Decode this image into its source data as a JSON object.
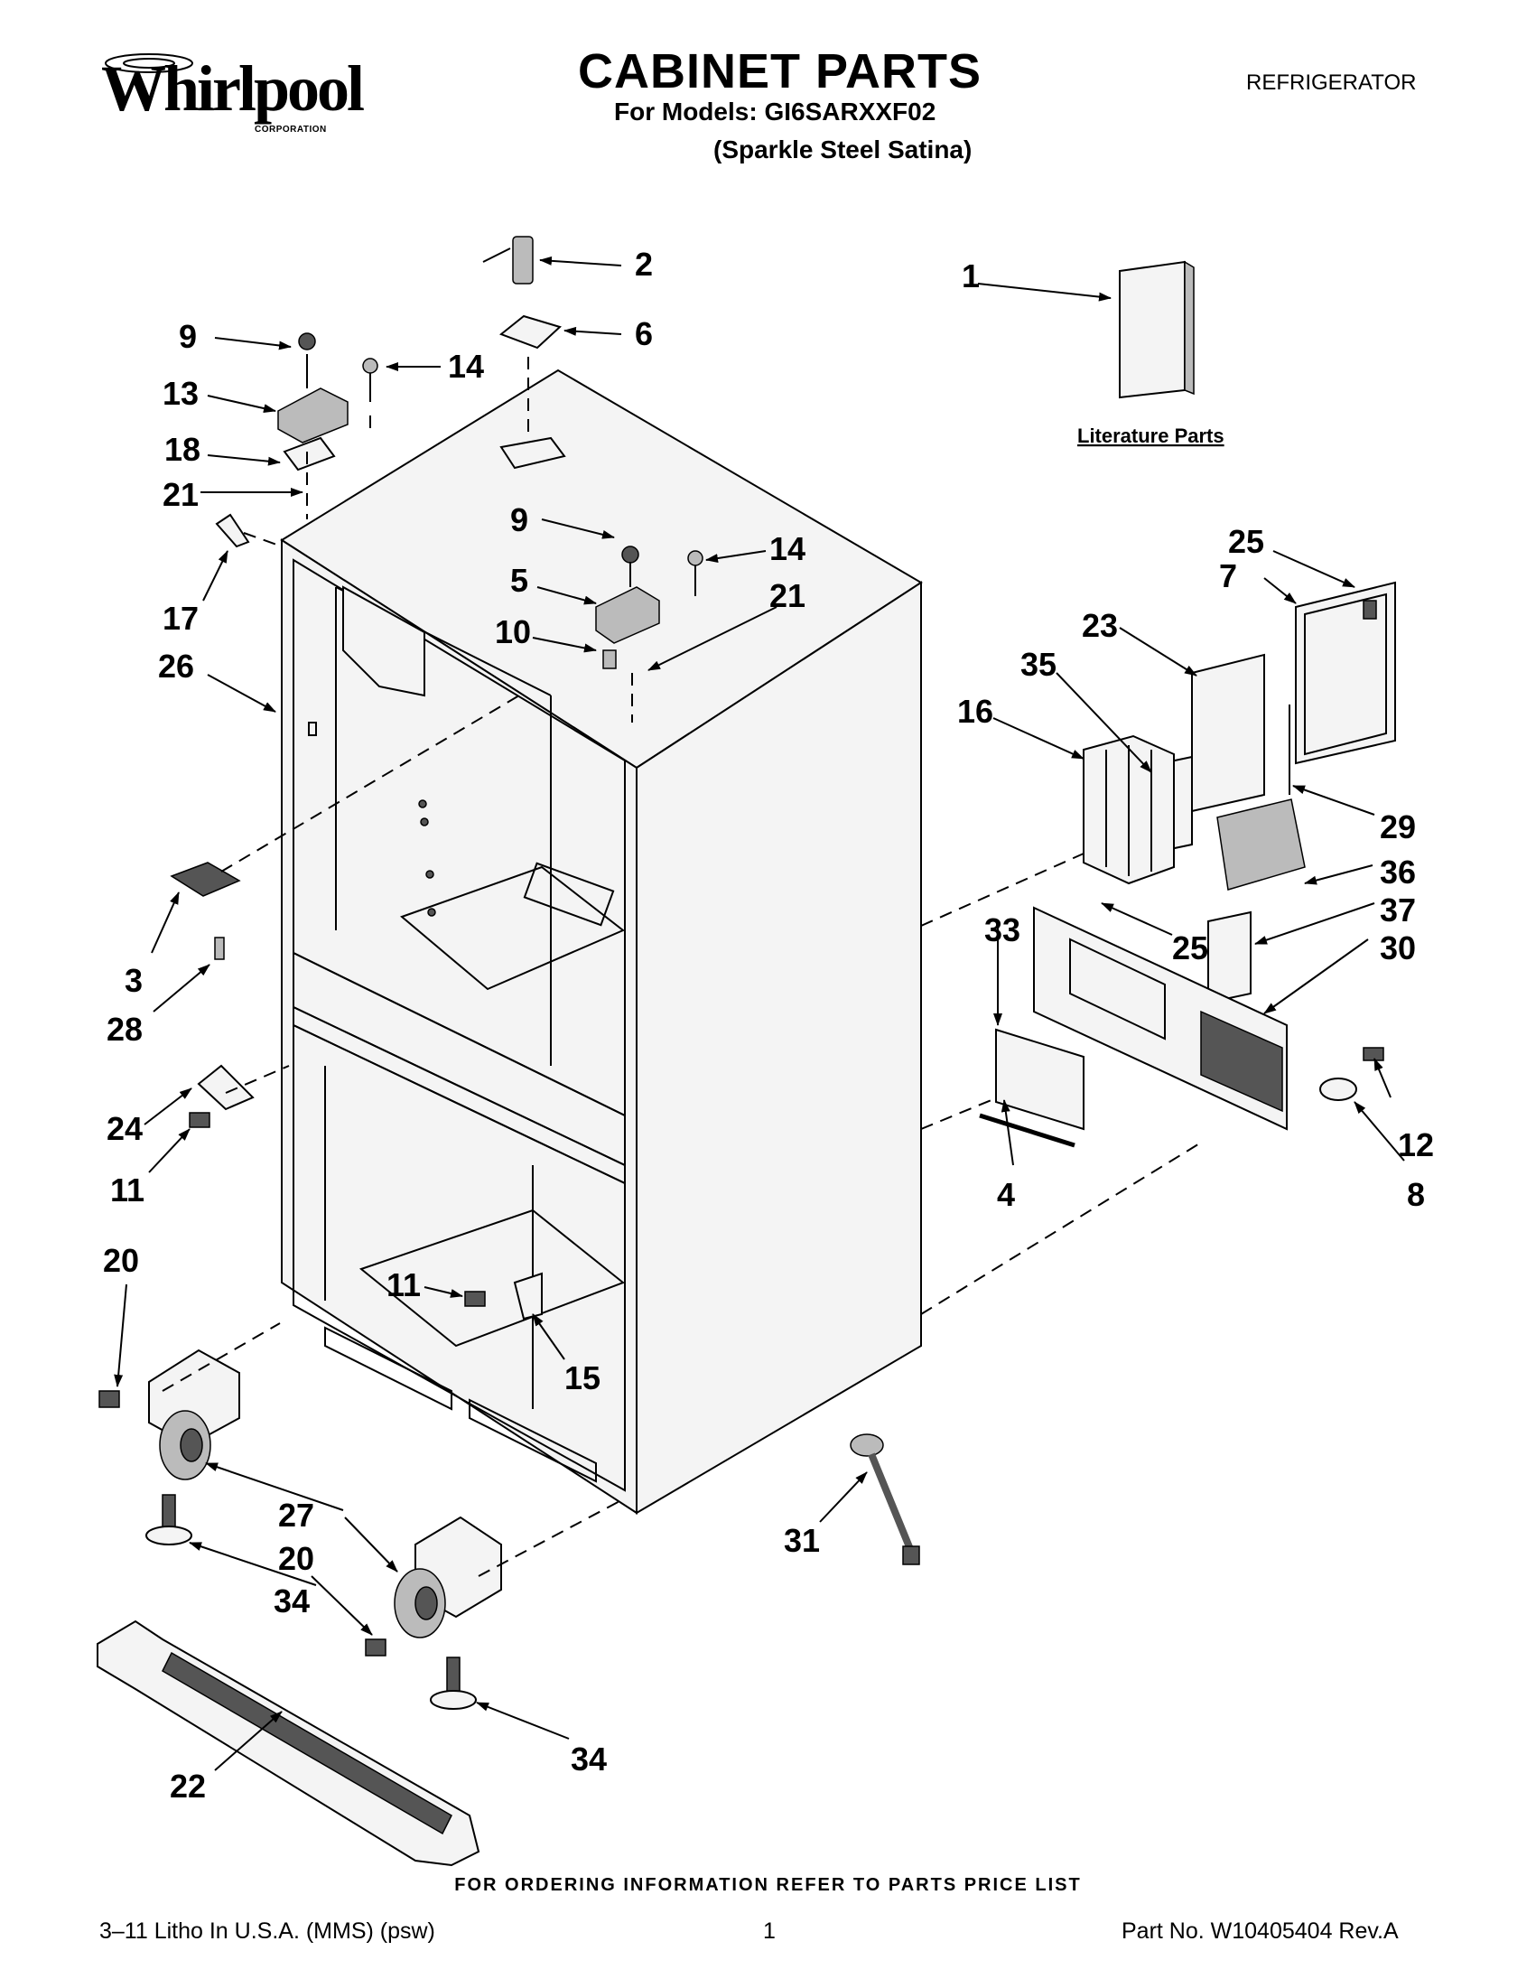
{
  "header": {
    "brand": "Whirlpool",
    "brand_sub": "CORPORATION",
    "title": "CABINET PARTS",
    "model_line": "For Models: GI6SARXXF02",
    "variant_line": "(Sparkle Steel Satina)",
    "category": "REFRIGERATOR"
  },
  "diagram": {
    "literature_label": "Literature Parts",
    "callouts": [
      "1",
      "2",
      "3",
      "4",
      "5",
      "6",
      "7",
      "8",
      "9",
      "9",
      "10",
      "11",
      "11",
      "12",
      "13",
      "14",
      "14",
      "15",
      "16",
      "17",
      "18",
      "20",
      "20",
      "21",
      "21",
      "22",
      "23",
      "24",
      "25",
      "25",
      "26",
      "27",
      "28",
      "29",
      "30",
      "31",
      "33",
      "34",
      "34",
      "35",
      "36",
      "37"
    ]
  },
  "footer": {
    "ordering_note": "FOR ORDERING INFORMATION REFER TO PARTS PRICE LIST",
    "print_info": "3–11 Litho In U.S.A. (MMS) (psw)",
    "page_number": "1",
    "part_number": "Part No. W10405404 Rev.A"
  }
}
